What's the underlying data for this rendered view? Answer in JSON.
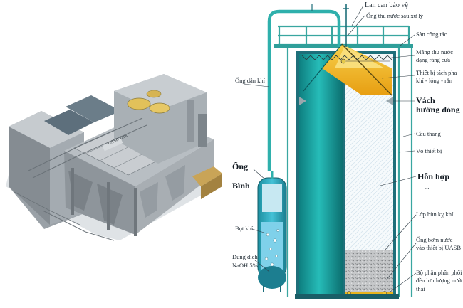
{
  "labels": {
    "guard_rail": "Lan can bảo vệ",
    "treated_water_pipe": "Ống thu nước sau xử lý",
    "work_floor": "Sàn công tác",
    "sawtooth_trough_1": "Máng thu nước",
    "sawtooth_trough_2": "dạng răng cưa",
    "separator_1": "Thiết bị tách pha",
    "separator_2": "khí - lỏng - rắn",
    "baffle_1": "Vách",
    "baffle_2": "hướng dòng",
    "gas_pipe": "Ống dẫn khí",
    "ladder": "Cầu thang",
    "shell": "Vỏ thiết bị",
    "mixture_1": "Hỗn hợp",
    "mixture_2": "...",
    "pipe_partial": "Ống",
    "tank_partial": "Bình",
    "sludge_layer": "Lớp bùn kỵ khí",
    "bubbles": "Bọt khí",
    "inlet_pipe_1": "Ống bơm nước",
    "inlet_pipe_2": "vào thiết bị UASB",
    "naoh_1": "Dung dịch",
    "naoh_2": "NaOH 5%",
    "distributor_1": "Bộ phận phân phối",
    "distributor_2": "đều lưu lượng nước",
    "distributor_3": "thải",
    "building_sign": "UASB Tank"
  },
  "colors": {
    "tank_teal": "#1ba9a6",
    "tank_dark": "#0c6f70",
    "water_blue": "#39b7e0",
    "separator_yellow": "#f2b21b",
    "sludge_gray": "#b9bcbf",
    "frame_teal": "#39a6a0",
    "leader_line": "#2d3b45"
  }
}
